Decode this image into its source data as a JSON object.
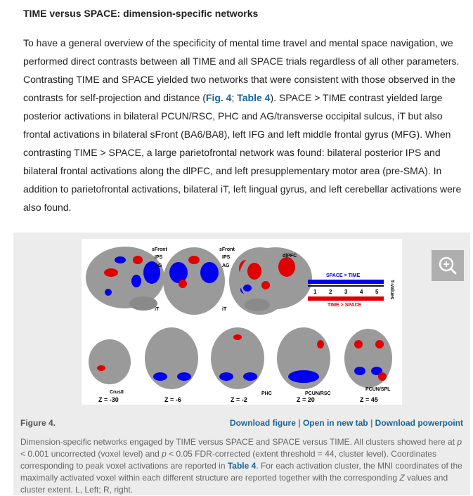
{
  "section": {
    "title": "TIME versus SPACE: dimension-specific networks",
    "p1": "To have a general overview of the specificity of mental time travel and mental space navigation, we performed direct contrasts between all TIME and all SPACE trials regardless of all other parameters. Contrasting TIME and SPACE yielded two networks that were consistent with those observed in the contrasts for self-projection and distance (",
    "fig_link": "Fig. 4",
    "sep": "; ",
    "table_link": "Table 4",
    "p2": "). SPACE > TIME contrast yielded large posterior activations in bilateral PCUN/RSC, PHC and AG/transverse occipital sulcus, iT but also frontal activations in bilateral sFront (BA6/BA8), left IFG and left middle frontal gyrus (MFG). When contrasting TIME > SPACE, a large parietofrontal network was found: bilateral posterior IPS and bilateral frontal activations along the dlPFC, and left presupplementary motor area (pre-SMA). In addition to parietofrontal activations, bilateral iT, left lingual gyrus, and left cerebellar activations were also found."
  },
  "figure": {
    "labels": {
      "sfront1": "sFront",
      "ips1": "IPS",
      "ag1": "AG",
      "it1": "iT",
      "sfront2": "sFront",
      "ips2": "IPS",
      "ag2": "AG",
      "it2": "iT",
      "dlpfc": "dlPFC",
      "space_time": "SPACE > TIME",
      "time_space": "TIME > SPACE",
      "tvalues": "T-values",
      "ticks": [
        "1",
        "2",
        "3",
        "4",
        "5"
      ],
      "crusii": "CrusII",
      "phc": "PHC",
      "pcun_rsc": "PCUN/RSC",
      "pcun_spl": "PCUN/SPL",
      "z": [
        "Z = -30",
        "Z = -6",
        "Z = -2",
        "Z = 20",
        "Z = 45"
      ]
    },
    "colors": {
      "space": "#0000ee",
      "time": "#e00000"
    },
    "name": "Figure 4.",
    "download_figure": "Download figure",
    "open_tab": "Open in new tab",
    "download_ppt": "Download powerpoint",
    "caption_a": "Dimension-specific networks engaged by TIME versus SPACE and SPACE versus TIME. All clusters showed here at ",
    "p": "p",
    "caption_b": " < 0.001 uncorrected (voxel level) and ",
    "caption_c": " < 0.05 FDR-corrected (extent threshold = 44, cluster level). Coordinates corresponding to peak voxel activations are reported in ",
    "caption_table": "Table 4",
    "caption_d": ". For each activation cluster, the MNI coordinates of the maximally activated voxel within each different structure are reported together with the corresponding ",
    "z": "Z",
    "caption_e": " values and cluster extent. L, Left; R, right."
  }
}
